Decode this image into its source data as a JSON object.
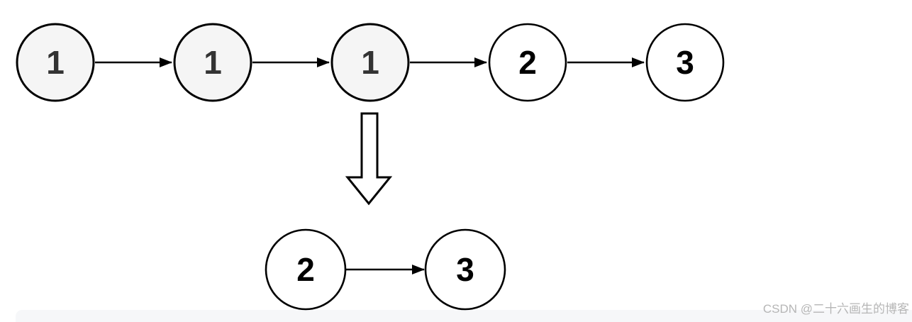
{
  "diagram": {
    "top_list": {
      "nodes": [
        {
          "value": "1",
          "fill": "#f5f5f5",
          "text_color": "#333333"
        },
        {
          "value": "1",
          "fill": "#f5f5f5",
          "text_color": "#333333"
        },
        {
          "value": "1",
          "fill": "#f5f5f5",
          "text_color": "#333333"
        },
        {
          "value": "2",
          "fill": "#ffffff",
          "text_color": "#000000"
        },
        {
          "value": "3",
          "fill": "#ffffff",
          "text_color": "#000000"
        }
      ]
    },
    "bottom_list": {
      "nodes": [
        {
          "value": "2",
          "fill": "#ffffff",
          "text_color": "#000000"
        },
        {
          "value": "3",
          "fill": "#ffffff",
          "text_color": "#000000"
        }
      ]
    },
    "transform_icon": "down-arrow"
  },
  "watermark": {
    "text": "CSDN @二十六画生的博客"
  },
  "colors": {
    "node_stroke": "#000000",
    "arrow": "#000000",
    "duplicate_node_fill": "#f5f5f5",
    "default_node_fill": "#ffffff",
    "watermark_text": "#b6b6b6",
    "panel_edge_background": "#f6f7f9",
    "page_background": "#ffffff"
  }
}
